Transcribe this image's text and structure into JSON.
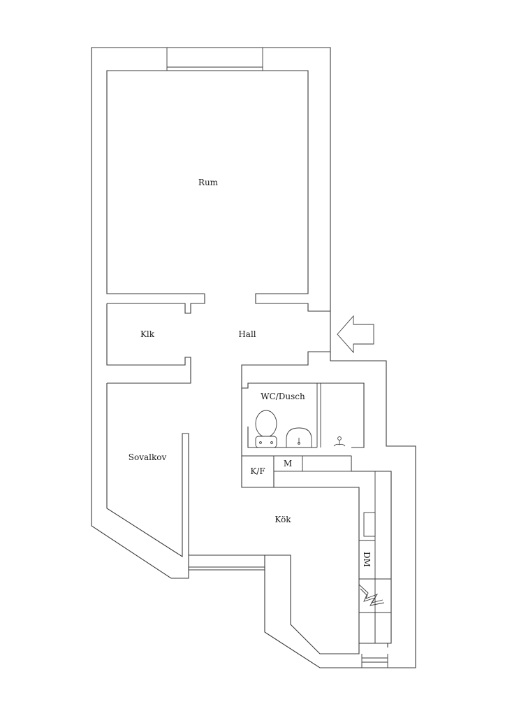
{
  "rooms": {
    "rum": "Rum",
    "klk": "Klk",
    "hall": "Hall",
    "wc": "WC/Dusch",
    "sovalkov": "Sovalkov",
    "kok": "Kök"
  },
  "appliances": {
    "kf": "K/F",
    "m": "M",
    "dm": "DM"
  },
  "icons": {
    "entrance": "entrance-arrow-icon",
    "toilet": "toilet-icon",
    "sink": "sink-icon",
    "shower": "shower-icon",
    "stove": "stove-icon"
  }
}
